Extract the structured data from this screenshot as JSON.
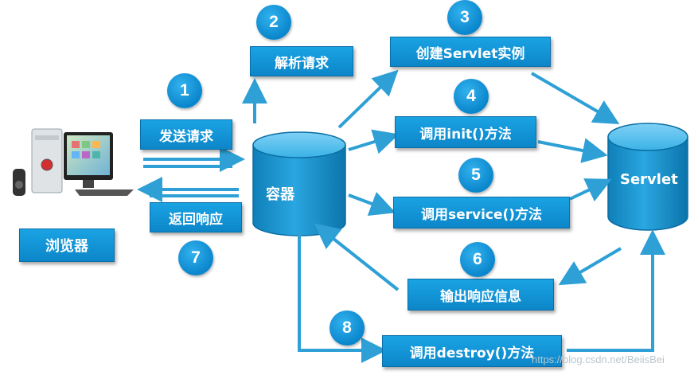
{
  "colors": {
    "accent": "#0e8ed3",
    "arrow": "#2ea0d6"
  },
  "computer_icon": "desktop-computer-icon",
  "labels": {
    "browser": "浏览器",
    "container": "容器",
    "servlet": "Servlet",
    "send_request": "发送请求",
    "parse_request": "解析请求",
    "create_instance": "创建Servlet实例",
    "call_init": "调用init()方法",
    "call_service": "调用service()方法",
    "output_response": "输出响应信息",
    "return_response": "返回响应",
    "call_destroy": "调用destroy()方法"
  },
  "steps": [
    "1",
    "2",
    "3",
    "4",
    "5",
    "6",
    "7",
    "8"
  ],
  "watermark": "https://blog.csdn.net/BeiisBei"
}
